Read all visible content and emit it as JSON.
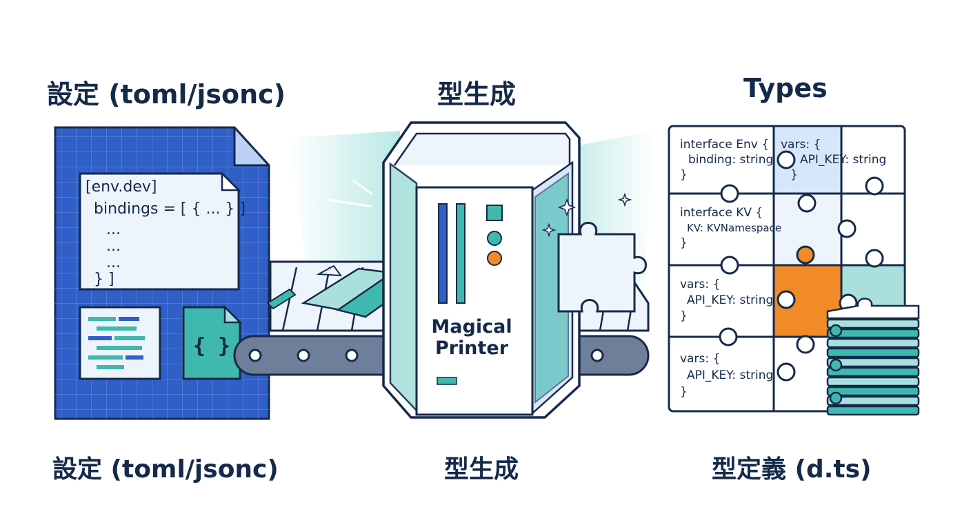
{
  "headings": {
    "left": "設定 (toml/jsonc)",
    "center": "型生成",
    "right": "Types"
  },
  "captions": {
    "left": "設定 (toml/jsonc)",
    "center": "型生成",
    "right": "型定義 (d.ts)"
  },
  "config_doc": {
    "lines": [
      "[env.dev]",
      "bindings =  [ { ... } ]",
      "...",
      "...",
      "...",
      "} ]"
    ],
    "json_icon": "{ }"
  },
  "printer": {
    "label_line1": "Magical",
    "label_line2": "Printer"
  },
  "types_grid": {
    "cells": [
      [
        "interface Env {",
        "binding: string",
        "}"
      ],
      [
        "vars: {",
        "API_KEY: string",
        "}"
      ],
      [
        "interface KV {",
        "KV: KVNamespace",
        "}"
      ],
      [
        "vars: {",
        "API_KEY: string",
        "}"
      ],
      [
        "vars: {",
        "API_KEY: string",
        "}"
      ]
    ]
  },
  "icons": [
    "config-file-icon",
    "json-file-icon",
    "code-lines-icon",
    "puzzle-piece-icon",
    "conveyor-belt-icon",
    "sparkle-icon",
    "puzzle-stack-icon"
  ],
  "colors": {
    "navy": "#15294b",
    "blueprint": "#2f5fc7",
    "teal": "#3fb8ad",
    "light_teal": "#a9e0db",
    "orange": "#f28a27",
    "paper": "#eef4fc"
  }
}
